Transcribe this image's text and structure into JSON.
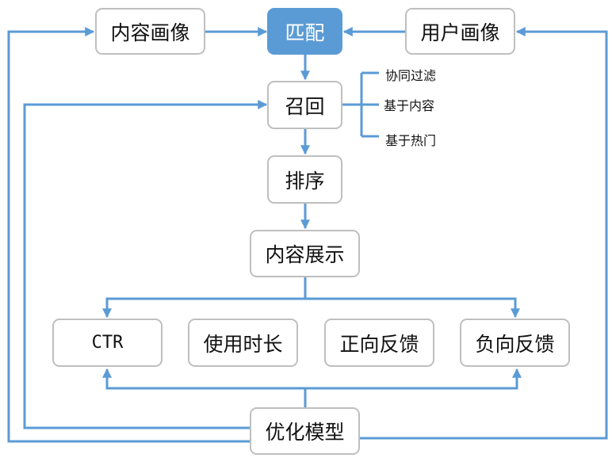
{
  "colors": {
    "accent": "#5b9bd5",
    "node_border": "#bfbfbf",
    "line": "#5b9bd5"
  },
  "nodes": {
    "content_profile": "内容画像",
    "match": "匹配",
    "user_profile": "用户画像",
    "recall": "召回",
    "rank": "排序",
    "display": "内容展示",
    "ctr": "CTR",
    "duration": "使用时长",
    "positive": "正向反馈",
    "negative": "负向反馈",
    "optimize": "优化模型"
  },
  "recall_methods": [
    "协同过滤",
    "基于内容",
    "基于热门"
  ]
}
